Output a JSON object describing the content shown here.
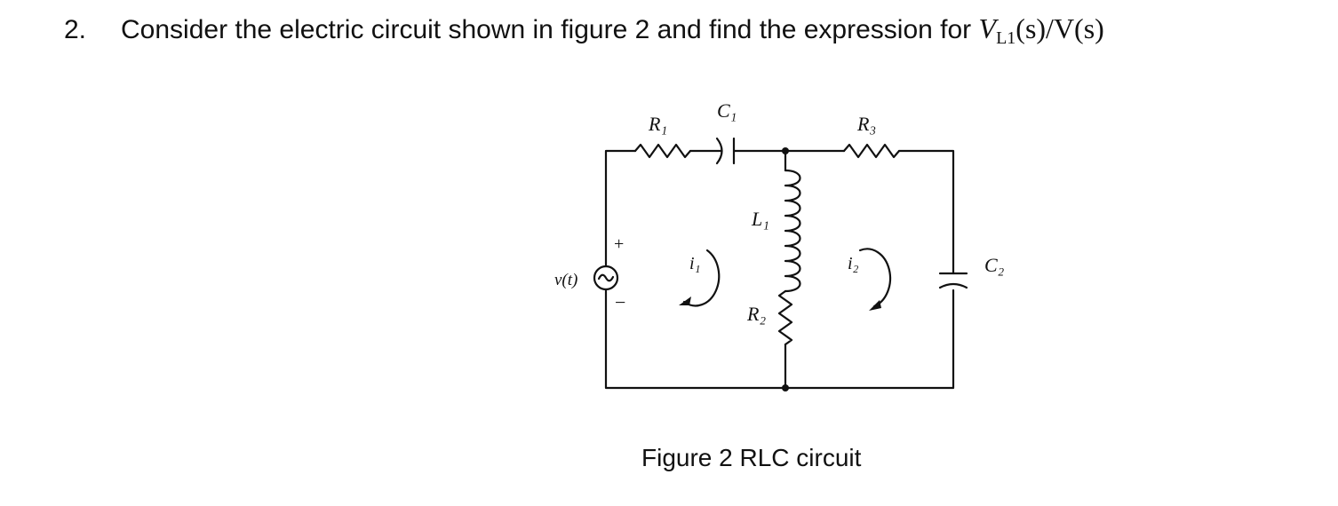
{
  "question": {
    "number": "2.",
    "text": "Consider the electric circuit shown in figure 2 and find the expression for",
    "expr_v": "V",
    "expr_sub": "L1",
    "expr_rest": "(s)/V(s)"
  },
  "circuit": {
    "source_label": "v(t)",
    "plus_sign": "+",
    "minus_sign": "−",
    "r1": "R₁",
    "c1": "C₁",
    "r3": "R₃",
    "l1": "L₁",
    "r2": "R₂",
    "c2": "C₂",
    "i1": "i₁",
    "i2": "i₂"
  },
  "caption": "Figure 2 RLC circuit"
}
